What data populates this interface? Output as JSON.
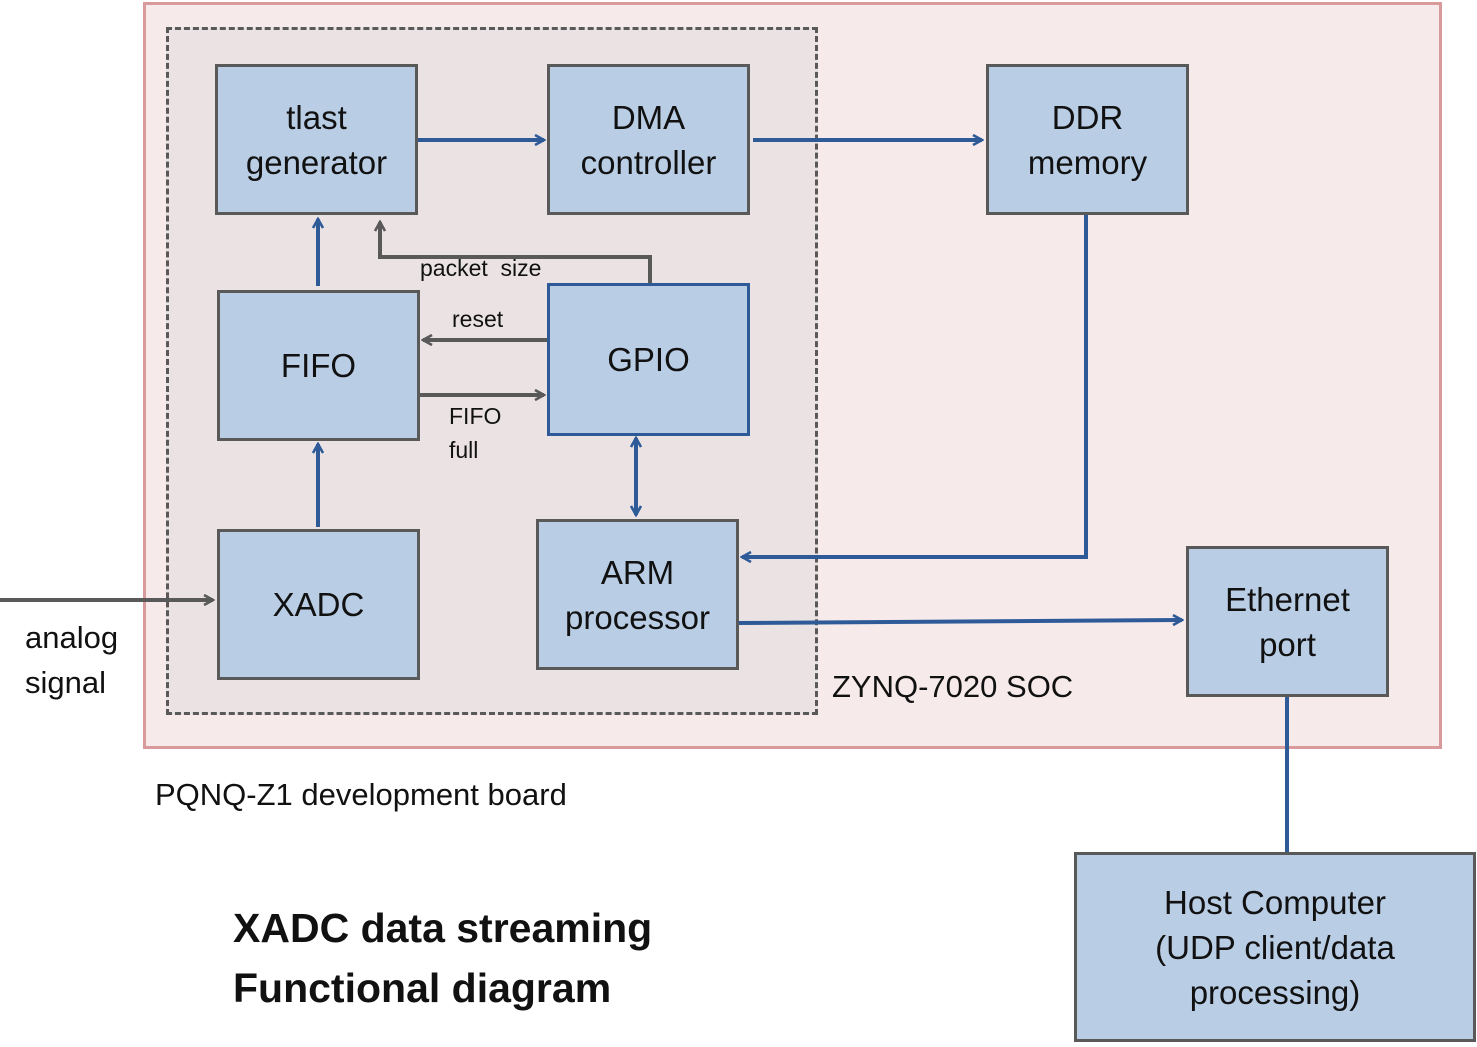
{
  "diagram": {
    "blocks": {
      "tlast": "tlast\ngenerator",
      "dma": "DMA\ncontroller",
      "ddr": "DDR\nmemory",
      "fifo": "FIFO",
      "gpio": "GPIO",
      "xadc": "XADC",
      "arm": "ARM\nprocessor",
      "ethernet": "Ethernet\nport",
      "host": "Host Computer\n(UDP client/data\nprocessing)"
    },
    "signals": {
      "packet_size": "packet  size",
      "reset": "reset",
      "fifo_full": "FIFO\nfull"
    },
    "input_label": "analog\nsignal",
    "soc_label": "ZYNQ-7020 SOC",
    "board_label": "PQNQ-Z1 development board",
    "title": "XADC data streaming\nFunctional diagram"
  },
  "colors": {
    "block_fill": "#b9cde5",
    "data_arrow": "#2e5b98",
    "control_arrow": "#595959",
    "board_fill": "#f6eaea",
    "board_border": "#d99a9c",
    "soc_fill": "#ebe3e3"
  }
}
